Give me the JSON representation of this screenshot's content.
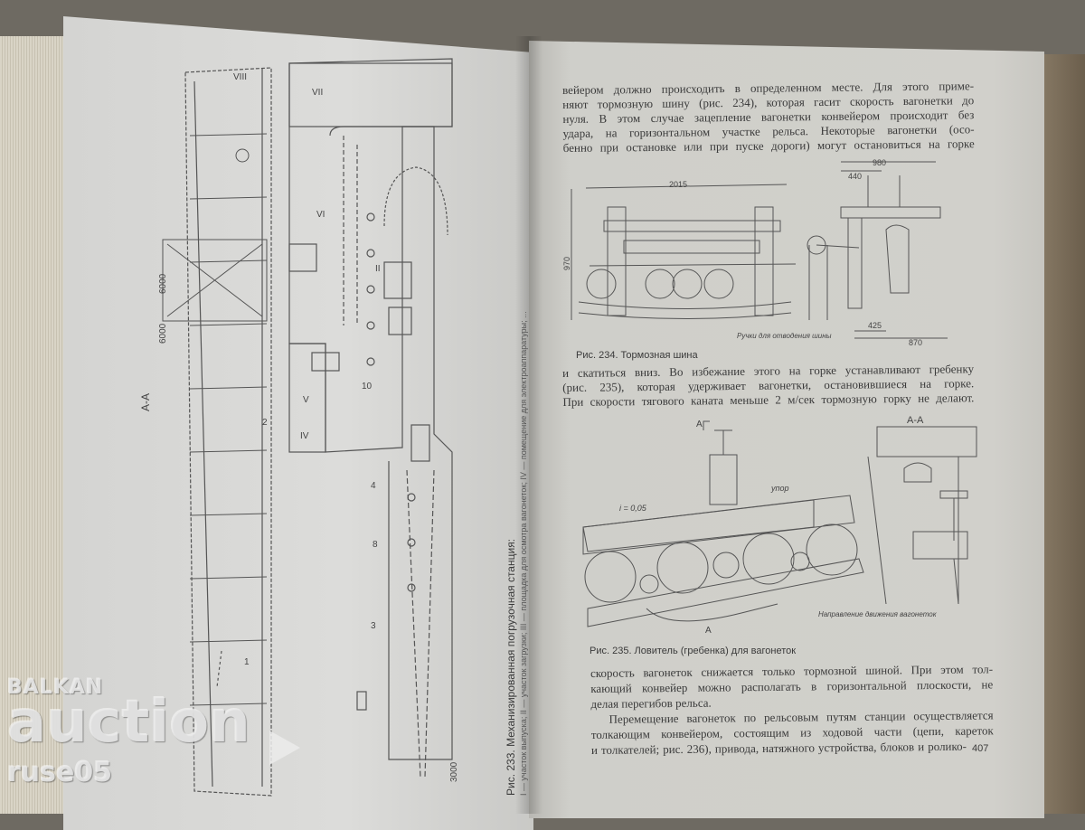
{
  "right_page": {
    "paragraph_top": [
      "вейером должно происходить в определенном месте. Для этого приме-",
      "няют тормозную шину (рис. 234), которая гасит скорость вагонетки до",
      "нуля. В этом случае зацепление вагонетки конвейером происходит без",
      "удара, на горизонтальном участке рельса. Некоторые вагонетки (осо-",
      "бенно при остановке или при пуске дороги) могут остановиться на горке"
    ],
    "figure_234": {
      "caption": "Рис. 234. Тормозная шина",
      "labels": {
        "width": "2015",
        "height": "970",
        "top": "980",
        "top_inner": "440",
        "bottom_inner": "425",
        "bottom": "870",
        "handles": "Ручки для отводения шины"
      }
    },
    "paragraph_middle": [
      "и скатиться вниз. Во избежание этого на горке устанавливают гребенку",
      "(рис. 235), которая удерживает вагонетки, остановившиеся на горке.",
      "При скорости тягового каната меньше 2 м/сек тормозную горку не делают."
    ],
    "figure_235": {
      "caption": "Рис. 235. Ловитель (гребенка) для вагонеток",
      "labels": {
        "slope": "i = 0,05",
        "stop": "упор",
        "section_mark": "А",
        "section": "А-А",
        "direction": "Направление движения вагонеток"
      }
    },
    "paragraph_bottom": [
      "скорость вагонеток снижается только тормозной шиной. При этом тол-",
      "кающий конвейер можно располагать в горизонтальной плоскости, не",
      "делая перегибов рельса."
    ],
    "paragraph_last": [
      "Перемещение вагонеток по рельсовым путям станции осуществляется",
      "толкающим конвейером, состоящим из ходовой части (цепи, кареток",
      "и толкателей; рис. 236), привода, натяжного устройства, блоков и ролико-"
    ],
    "page_number": "407"
  },
  "left_page": {
    "figure_233": {
      "caption": "Рис. 233. Механизированная погрузочная станция:",
      "legend": "I — участок выпуска; II — участок загрузки; III — площадка для осмотра вагонеток; IV — помещение для электроаппаратуры; ...",
      "labels": {
        "section": "А-А",
        "dim1": "6000",
        "dim2": "6000",
        "dim3": "3000",
        "zones": [
          "VIII",
          "VII",
          "VI",
          "V",
          "IV",
          "II"
        ],
        "parts": [
          "1",
          "2",
          "3",
          "4",
          "8",
          "10"
        ]
      }
    }
  },
  "watermark": {
    "line1": "BALKAN",
    "line2": "auction",
    "line3": "ruse05"
  }
}
